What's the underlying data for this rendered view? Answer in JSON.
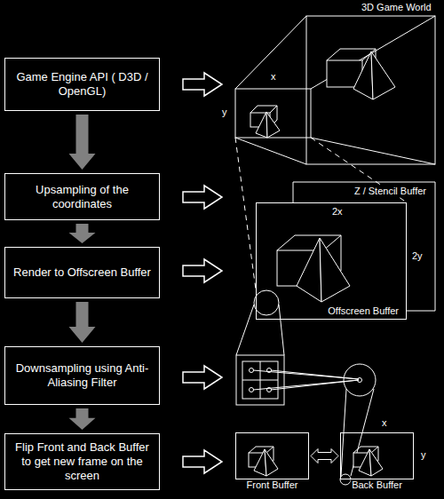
{
  "diagram": {
    "nodes": [
      {
        "text": [
          "Game Engine API ( D3D / OpenGL)"
        ]
      },
      {
        "text": [
          "Upsampling of the coordinates"
        ]
      },
      {
        "text": [
          "Render to Offscreen Buffer"
        ]
      },
      {
        "text": [
          "Downsampling using Anti-Aliasing Filter"
        ]
      },
      {
        "text": [
          "Flip Front and Back Buffer to get new frame on the screen"
        ]
      },
      {
        "text": [
          "Z / Stencil Buffer"
        ]
      },
      {
        "text": [
          "Offscreen Buffer"
        ]
      },
      {
        "text": [
          "Front Buffer"
        ]
      },
      {
        "text": [
          "Back Buffer"
        ]
      }
    ],
    "edges": [
      {
        "from": 0,
        "to": 1,
        "arrow": "to"
      },
      {
        "from": 1,
        "to": 2,
        "arrow": "to"
      },
      {
        "from": 2,
        "to": 3,
        "arrow": "to"
      },
      {
        "from": 3,
        "to": 4,
        "arrow": "to"
      },
      {
        "from": 7,
        "to": 8,
        "arrow": "both"
      }
    ],
    "labels": [
      "3D Game World",
      "x",
      "y",
      "2x",
      "2y",
      "x",
      "y"
    ]
  }
}
